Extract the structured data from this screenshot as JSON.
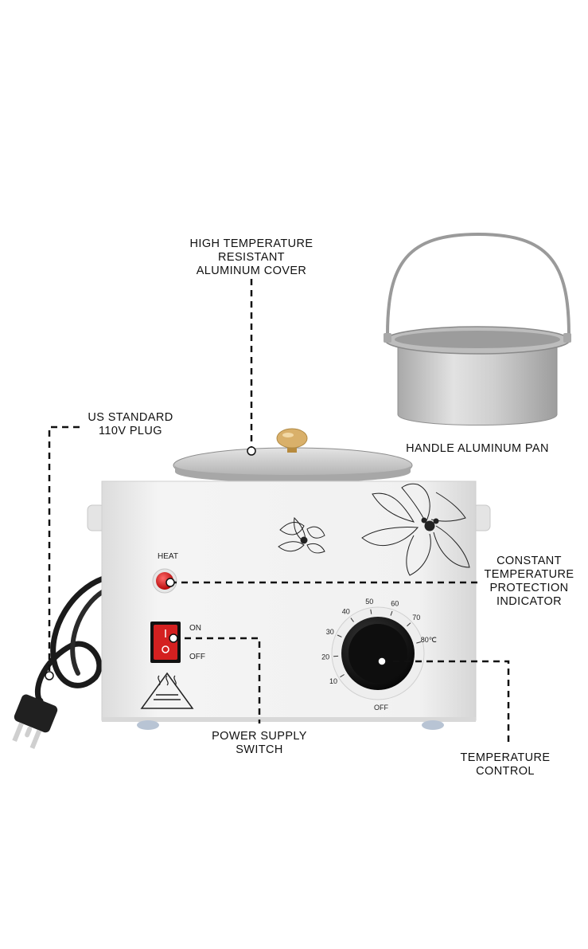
{
  "labels": {
    "cover": [
      "HIGH TEMPERATURE",
      "RESISTANT",
      "ALUMINUM COVER"
    ],
    "plug": [
      "US STANDARD",
      "110V PLUG"
    ],
    "pan": [
      "HANDLE ALUMINUM PAN"
    ],
    "indicator": [
      "CONSTANT",
      "TEMPERATURE",
      "PROTECTION",
      "INDICATOR"
    ],
    "switch": [
      "POWER SUPPLY",
      "SWITCH"
    ],
    "control": [
      "TEMPERATURE",
      "CONTROL"
    ]
  },
  "panel": {
    "heat": "HEAT",
    "on": "ON",
    "off": "OFF"
  },
  "dial": {
    "marks": [
      "10",
      "20",
      "30",
      "40",
      "50",
      "60",
      "70",
      "80℃"
    ],
    "off": "OFF"
  },
  "colors": {
    "body": "#f1f1f1",
    "indicator_light": "#d81b1b",
    "switch": "#d42020",
    "knob": "#141414",
    "lid": "#c9c9c9",
    "lid_handle": "#d9b06a"
  }
}
